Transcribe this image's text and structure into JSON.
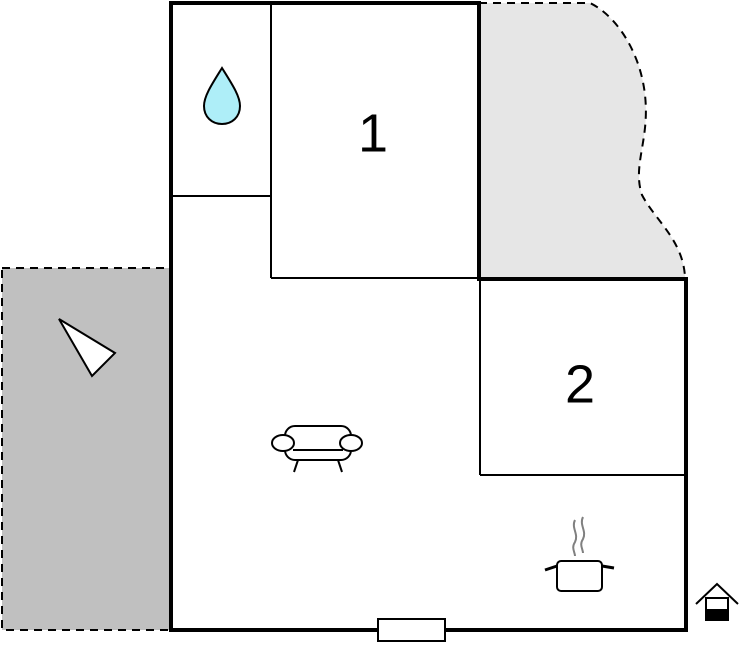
{
  "floor_plan": {
    "rooms": [
      {
        "label": "1"
      },
      {
        "label": "2"
      }
    ],
    "icons": [
      {
        "name": "water-drop-icon",
        "meaning": "bathroom"
      },
      {
        "name": "sofa-icon",
        "meaning": "living room"
      },
      {
        "name": "cooking-pot-icon",
        "meaning": "kitchen"
      },
      {
        "name": "terrace-triangle-icon",
        "meaning": "terrace"
      },
      {
        "name": "house-entrance-icon",
        "meaning": "entrance"
      }
    ],
    "colors": {
      "wall": "#000000",
      "terrace": "#c0c0c0",
      "garden": "#e6e6e6",
      "water": "#aeeef8",
      "background": "#ffffff"
    }
  }
}
